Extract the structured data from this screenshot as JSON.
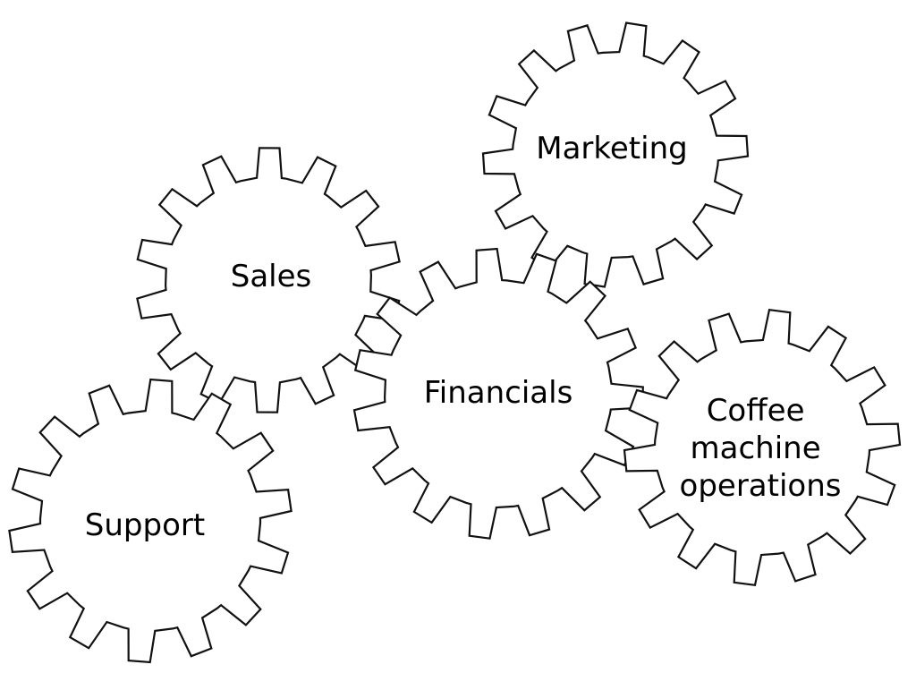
{
  "gears": [
    {
      "id": "sales",
      "label_lines": [
        "Sales"
      ]
    },
    {
      "id": "marketing",
      "label_lines": [
        "Marketing"
      ]
    },
    {
      "id": "support",
      "label_lines": [
        "Support"
      ]
    },
    {
      "id": "financials",
      "label_lines": [
        "Financials"
      ]
    },
    {
      "id": "coffee",
      "label_lines": [
        "Coffee",
        "machine",
        "operations"
      ]
    }
  ],
  "colors": {
    "outline": "#111111",
    "fill": "#ffffff",
    "text": "#000000"
  }
}
